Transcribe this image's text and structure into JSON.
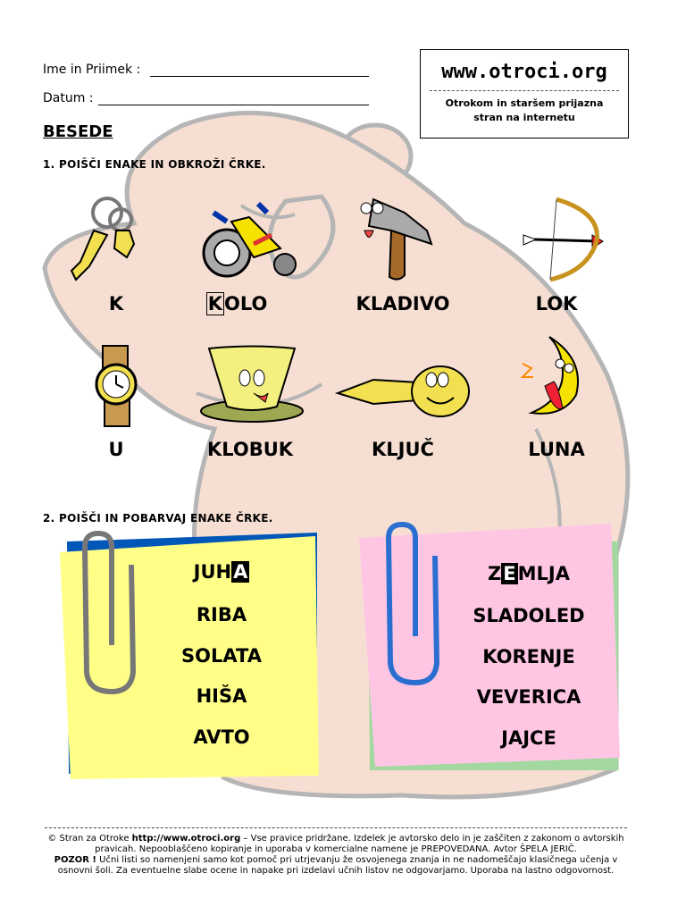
{
  "form": {
    "name_label": "Ime in Priimek :",
    "date_label": "Datum :"
  },
  "logo": {
    "url": "www.otroci.org",
    "tagline_1": "Otrokom in staršem prijazna",
    "tagline_2": "stran na internetu"
  },
  "heading": "BESEDE",
  "task1": {
    "label": "1. POIŠČI ENAKE IN OBKROŽI ČRKE.",
    "items": [
      {
        "word": "K",
        "icon": "keys-icon"
      },
      {
        "word_boxed": "K",
        "word_rest": "OLO",
        "icon": "tricycle-icon"
      },
      {
        "word": "KLADIVO",
        "icon": "hammer-icon"
      },
      {
        "word": "LOK",
        "icon": "bow-arrow-icon"
      },
      {
        "word": "U",
        "icon": "watch-icon"
      },
      {
        "word": "KLOBUK",
        "icon": "hat-icon"
      },
      {
        "word": "KLJUČ",
        "icon": "key-icon"
      },
      {
        "word": "LUNA",
        "icon": "moon-icon"
      }
    ]
  },
  "task2": {
    "label": "2. POIŠČI IN POBARVAJ ENAKE ČRKE.",
    "yellow_note": {
      "first_pre": "JUH",
      "first_hl": "A",
      "first_post": "",
      "words": [
        "RIBA",
        "SOLATA",
        "HIŠA",
        "AVTO"
      ]
    },
    "pink_note": {
      "first_pre": "Z",
      "first_hl": "E",
      "first_post": "MLJA",
      "words": [
        "SLADOLED",
        "KORENJE",
        "VEVERICA",
        "JAJCE"
      ]
    }
  },
  "footer": {
    "line1_pre": "© Stran za Otroke ",
    "line1_url": "http://www.otroci.org",
    "line1_post": " – Vse pravice pridržane. Izdelek je avtorsko delo in je zaščiten z zakonom o avtorskih pravicah. Nepooblaščeno kopiranje in uporaba v  komercialne namene je PREPOVEDANA. Avtor ŠPELA JERIČ.",
    "warn_label": "POZOR !",
    "warn_text": " Učni listi so namenjeni samo kot pomoč pri utrjevanju že osvojenega znanja in ne nadomeščajo klasičnega učenja v osnovni šoli. Za eventuelne slabe ocene in napake pri izdelavi učnih listov ne odgovarjamo. Uporaba na lastno odgovornost."
  },
  "colors": {
    "bear": "#f6dfd2",
    "bear_outline": "#b5b5b5",
    "yellow_note": "#ffff88",
    "pink_note": "#ffc6e4",
    "blue_back": "#0057b8",
    "green_back": "#a3d9a0"
  }
}
